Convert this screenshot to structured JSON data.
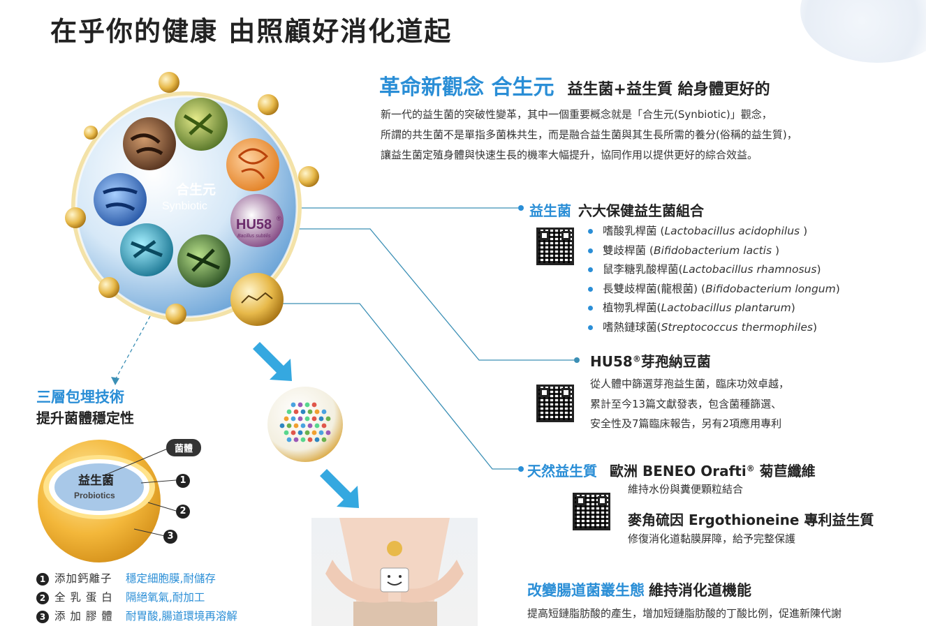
{
  "header": {
    "title": "在乎你的健康 由照顧好消化道起"
  },
  "synbiotic_intro": {
    "title": "革命新觀念 合生元",
    "subtitle": "益生菌+益生質 給身體更好的",
    "lines": [
      "新一代的益生菌的突破性變革，其中一個重要概念就是「合生元(Synbiotic)」觀念，",
      "所謂的共生菌不是單指多菌株共生，而是融合益生菌與其生長所需的養分(俗稱的益生質)，",
      "讓益生菌定殖身體與快速生長的機率大幅提升，協同作用以提供更好的綜合效益。"
    ]
  },
  "sphere": {
    "label": "合生元",
    "label_en": "Synbiotic",
    "hu58_badge": "HU58",
    "hu58_reg": "®",
    "hu58_species": "Bacillus subtilis"
  },
  "probiotics": {
    "label": "益生菌",
    "title": "六大保健益生菌組合",
    "items": [
      {
        "zh": "嗜酸乳桿菌 (",
        "latin": "Lactobacillus acidophilus",
        "end": " )"
      },
      {
        "zh": "雙歧桿菌 (",
        "latin": "Bifidobacterium lactis",
        "end": " )"
      },
      {
        "zh": "鼠李糖乳酸桿菌(",
        "latin": "Lactobacillus rhamnosus",
        "end": ")"
      },
      {
        "zh": "長雙歧桿菌(龍根菌) (",
        "latin": "Bifidobacterium longum",
        "end": ")"
      },
      {
        "zh": "植物乳桿菌(",
        "latin": "Lactobacillus plantarum",
        "end": ")"
      },
      {
        "zh": "嗜熱鏈球菌(",
        "latin": "Streptococcus thermophiles",
        "end": ")"
      }
    ]
  },
  "hu58": {
    "title": "HU58",
    "reg": "®",
    "title_rest": "芽孢納豆菌",
    "lines": [
      "從人體中篩選芽孢益生菌，臨床功效卓越，",
      "累計至今13篇文獻發表，包含菌種篩選、",
      "安全性及7篇臨床報告，另有2項應用專利"
    ]
  },
  "prebiotics": {
    "label": "天然益生質",
    "title": "歐洲 BENEO  Orafti",
    "reg": "®",
    "title_rest": " 菊苣纖維",
    "sub": "維持水份與糞便顆粒結合",
    "ergo_title": "麥角硫因 Ergothioneine 專利益生質",
    "ergo_sub": "修復消化道黏膜屏障，給予完整保護"
  },
  "gut": {
    "title_blue": "改變腸道菌叢生態",
    "title_black": "維持消化道機能",
    "desc": "提高短鏈脂肪酸的產生，增加短鏈脂肪酸的丁酸比例，促進新陳代謝"
  },
  "encapsulation": {
    "title": "三層包埋技術",
    "subtitle": "提升菌體穩定性",
    "tag": "菌體",
    "core_label": "益生菌",
    "core_label_en": "Probiotics",
    "markers": [
      "1",
      "2",
      "3"
    ],
    "legend": [
      {
        "num": "1",
        "label": "添加鈣離子",
        "value": "穩定細胞膜,耐儲存"
      },
      {
        "num": "2",
        "label": "全 乳 蛋 白",
        "value": "隔絕氧氣,耐加工"
      },
      {
        "num": "3",
        "label": "添 加 膠 體",
        "value": "耐胃酸,腸道環境再溶解"
      }
    ]
  },
  "colors": {
    "accent": "#2a8ed6",
    "gold": "#d9a32b",
    "text": "#222222"
  }
}
